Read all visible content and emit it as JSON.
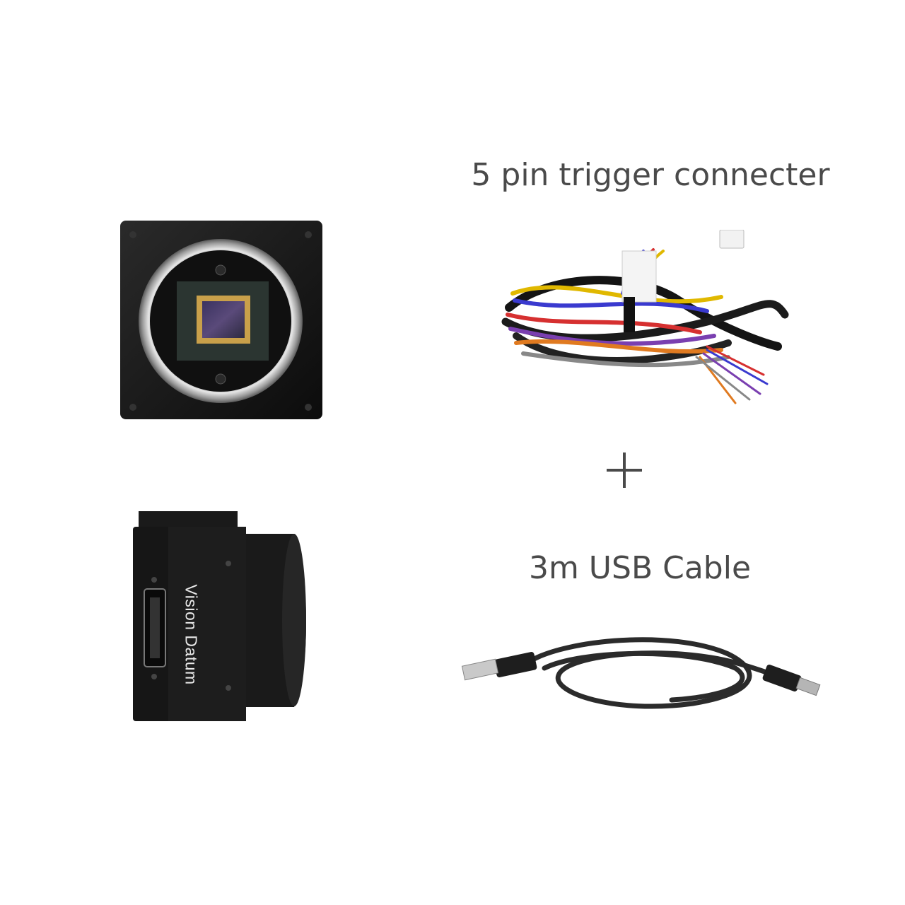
{
  "labels": {
    "trigger": "5 pin trigger connecter",
    "usb": "3m USB Cable"
  },
  "plus_icon": "plus-icon",
  "camera": {
    "brand": "Vision Datum"
  },
  "colors": {
    "background": "#ffffff",
    "label_text": "#4a4a4a",
    "camera_body": "#151515"
  }
}
